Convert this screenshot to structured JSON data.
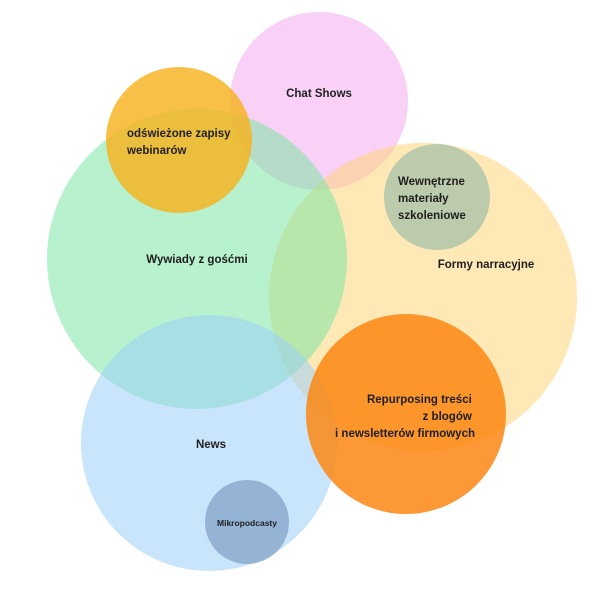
{
  "diagram": {
    "circles": [
      {
        "id": "chat-shows",
        "lines": [
          "Chat Shows"
        ],
        "color": "#F4A9EE"
      },
      {
        "id": "formy",
        "lines": [
          "Formy narracyjne"
        ],
        "color": "#FDD57A"
      },
      {
        "id": "wywiady",
        "lines": [
          "Wywiady z gośćmi"
        ],
        "color": "#7EE6A4"
      },
      {
        "id": "news",
        "lines": [
          "News"
        ],
        "color": "#9ACFF7"
      },
      {
        "id": "odswiezone",
        "lines": [
          "odświeżone zapisy",
          "webinarów"
        ],
        "color": "#F7B21F"
      },
      {
        "id": "wewnetrzne",
        "lines": [
          "Wewnętrzne",
          "materiały",
          "szkoleniowe"
        ],
        "color": "#9FBFA8"
      },
      {
        "id": "repurposing",
        "lines": [
          "Repurposing treści",
          "z blogów",
          "i newsletterów firmowych"
        ],
        "color": "#FB8713"
      },
      {
        "id": "mikro",
        "lines": [
          "Mikropodcasty"
        ],
        "color": "#7F9FC6"
      }
    ]
  }
}
